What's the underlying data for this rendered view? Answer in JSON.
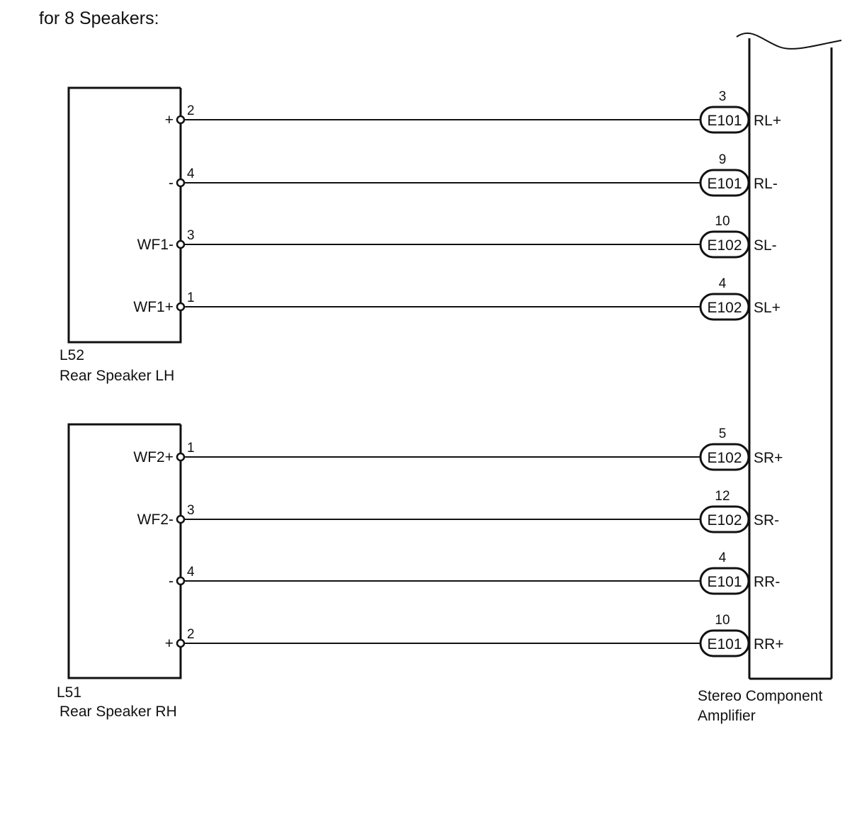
{
  "title": "for 8 Speakers:",
  "colors": {
    "line": "#111111",
    "background": "#ffffff"
  },
  "amplifier": {
    "label_line1": "Stereo Component",
    "label_line2": "Amplifier"
  },
  "speakers": [
    {
      "code": "L52",
      "name": "Rear Speaker LH",
      "pins": [
        {
          "label": "+",
          "pin": "2",
          "connector": "E101",
          "amp_pin": "3",
          "terminal": "RL+"
        },
        {
          "label": "-",
          "pin": "4",
          "connector": "E101",
          "amp_pin": "9",
          "terminal": "RL-"
        },
        {
          "label": "WF1-",
          "pin": "3",
          "connector": "E102",
          "amp_pin": "10",
          "terminal": "SL-"
        },
        {
          "label": "WF1+",
          "pin": "1",
          "connector": "E102",
          "amp_pin": "4",
          "terminal": "SL+"
        }
      ]
    },
    {
      "code": "L51",
      "name": "Rear Speaker RH",
      "pins": [
        {
          "label": "WF2+",
          "pin": "1",
          "connector": "E102",
          "amp_pin": "5",
          "terminal": "SR+"
        },
        {
          "label": "WF2-",
          "pin": "3",
          "connector": "E102",
          "amp_pin": "12",
          "terminal": "SR-"
        },
        {
          "label": "-",
          "pin": "4",
          "connector": "E101",
          "amp_pin": "4",
          "terminal": "RR-"
        },
        {
          "label": "+",
          "pin": "2",
          "connector": "E101",
          "amp_pin": "10",
          "terminal": "RR+"
        }
      ]
    }
  ]
}
